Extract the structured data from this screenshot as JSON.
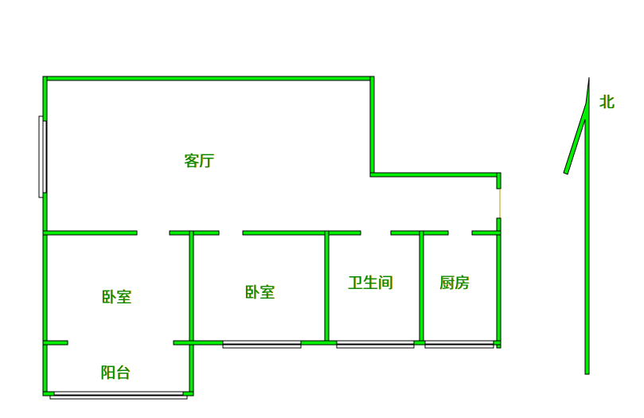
{
  "rooms": {
    "living_room": "客厅",
    "bedroom_1": "卧室",
    "bedroom_2": "卧室",
    "bathroom": "卫生间",
    "kitchen": "厨房",
    "balcony": "阳台"
  },
  "compass": {
    "north_label": "北"
  },
  "colors": {
    "wall": "#00ee00",
    "text": "#008a00"
  }
}
